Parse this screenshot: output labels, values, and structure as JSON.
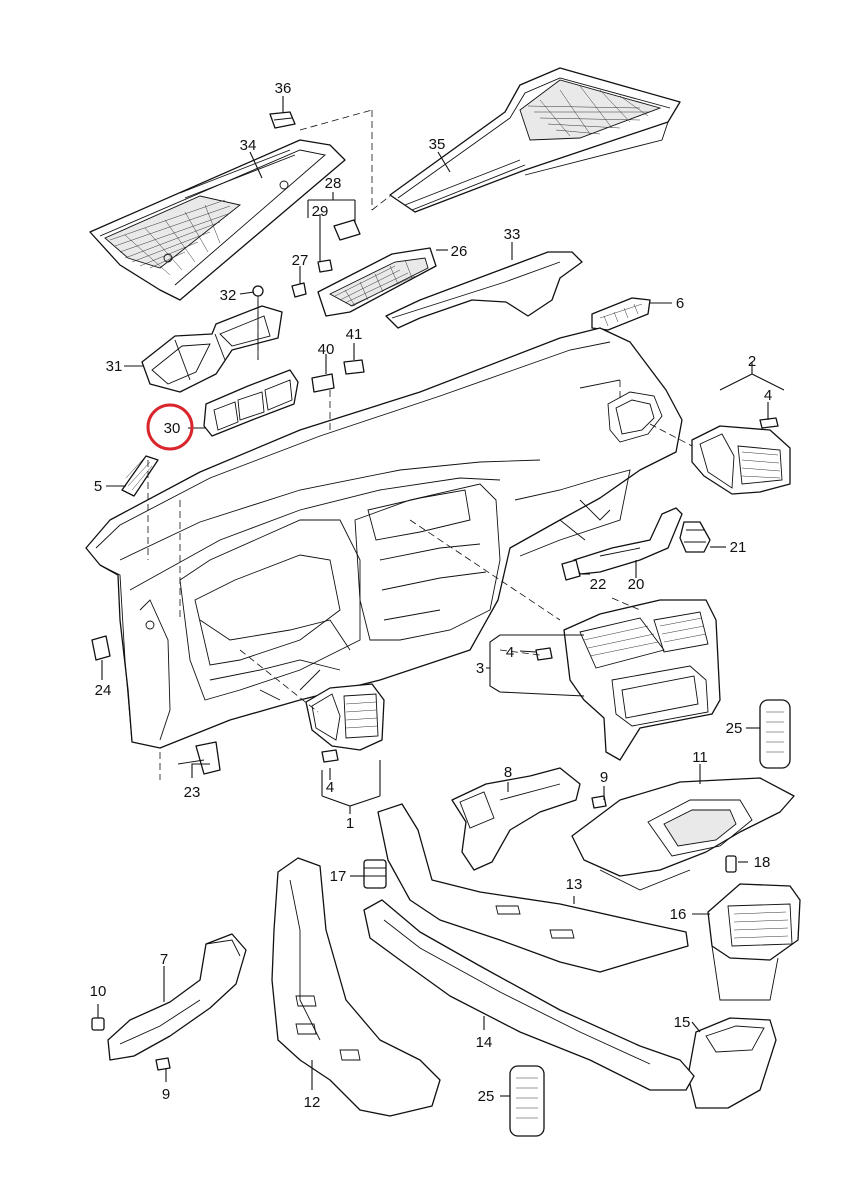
{
  "labels": [
    {
      "id": "36",
      "text": "36"
    },
    {
      "id": "34",
      "text": "34"
    },
    {
      "id": "35",
      "text": "35"
    },
    {
      "id": "28",
      "text": "28"
    },
    {
      "id": "29",
      "text": "29"
    },
    {
      "id": "33",
      "text": "33"
    },
    {
      "id": "27",
      "text": "27"
    },
    {
      "id": "26",
      "text": "26"
    },
    {
      "id": "32",
      "text": "32"
    },
    {
      "id": "6",
      "text": "6"
    },
    {
      "id": "41",
      "text": "41"
    },
    {
      "id": "40",
      "text": "40"
    },
    {
      "id": "31",
      "text": "31"
    },
    {
      "id": "2",
      "text": "2"
    },
    {
      "id": "4a",
      "text": "4"
    },
    {
      "id": "30",
      "text": "30"
    },
    {
      "id": "5",
      "text": "5"
    },
    {
      "id": "21",
      "text": "21"
    },
    {
      "id": "22",
      "text": "22"
    },
    {
      "id": "20",
      "text": "20"
    },
    {
      "id": "4b",
      "text": "4"
    },
    {
      "id": "3",
      "text": "3"
    },
    {
      "id": "24",
      "text": "24"
    },
    {
      "id": "25a",
      "text": "25"
    },
    {
      "id": "11",
      "text": "11"
    },
    {
      "id": "8",
      "text": "8"
    },
    {
      "id": "9a",
      "text": "9"
    },
    {
      "id": "23",
      "text": "23"
    },
    {
      "id": "4c",
      "text": "4"
    },
    {
      "id": "1",
      "text": "1"
    },
    {
      "id": "18",
      "text": "18"
    },
    {
      "id": "17",
      "text": "17"
    },
    {
      "id": "13",
      "text": "13"
    },
    {
      "id": "16",
      "text": "16"
    },
    {
      "id": "7",
      "text": "7"
    },
    {
      "id": "10",
      "text": "10"
    },
    {
      "id": "15",
      "text": "15"
    },
    {
      "id": "14",
      "text": "14"
    },
    {
      "id": "9b",
      "text": "9"
    },
    {
      "id": "12",
      "text": "12"
    },
    {
      "id": "25b",
      "text": "25"
    }
  ],
  "highlight": {
    "label": "30",
    "color": "#d9262c"
  }
}
